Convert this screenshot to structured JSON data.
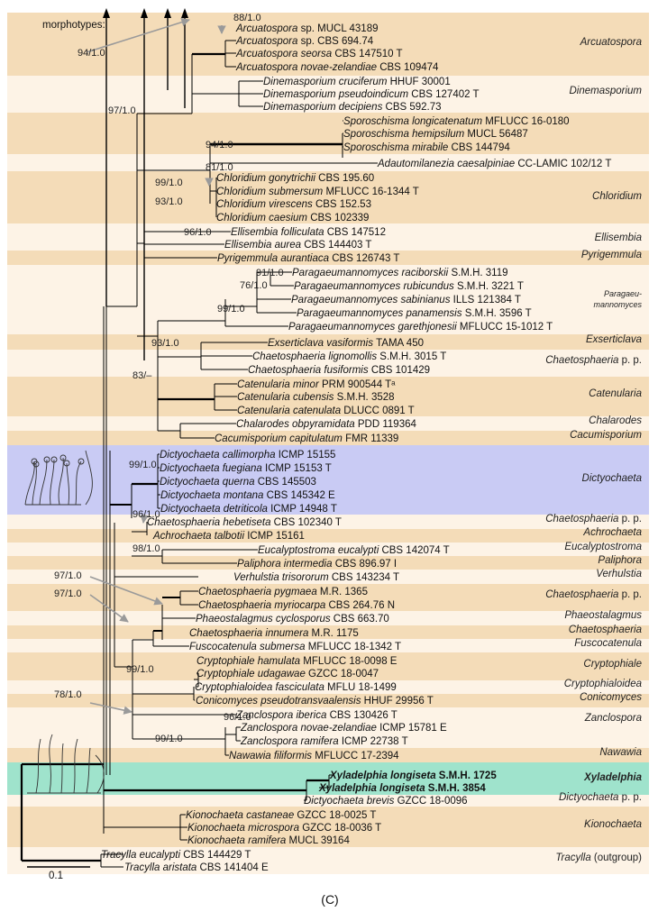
{
  "labels": {
    "morphotypes": "morphotypes:",
    "scale": "0.1",
    "caption": "(C)"
  },
  "colors": {
    "band_tan": "#f4dcb8",
    "band_light": "#fdf3e6",
    "band_dictyochaeta": "#c9cbf4",
    "band_xyladelphia": "#9fe3cc",
    "arrow_grey": "#9a9a9a"
  },
  "taxa": [
    {
      "genus": "Arcuatospora",
      "epithet": "sp.",
      "voucher": "MUCL 43189",
      "bold": false
    },
    {
      "genus": "Arcuatospora",
      "epithet": "sp.",
      "voucher": "CBS 694.74",
      "bold": false
    },
    {
      "genus": "Arcuatospora",
      "epithet": "seorsa",
      "voucher": "CBS 147510 T",
      "bold": false
    },
    {
      "genus": "Arcuatospora",
      "epithet": "novae-zelandiae",
      "voucher": "CBS 109474",
      "bold": false
    },
    {
      "genus": "Dinemasporium",
      "epithet": "cruciferum",
      "voucher": "HHUF 30001",
      "bold": false
    },
    {
      "genus": "Dinemasporium",
      "epithet": "pseudoindicum",
      "voucher": "CBS 127402 T",
      "bold": false
    },
    {
      "genus": "Dinemasporium",
      "epithet": "decipiens",
      "voucher": "CBS 592.73",
      "bold": false
    },
    {
      "genus": "Sporoschisma",
      "epithet": "longicatenatum",
      "voucher": "MFLUCC 16-0180",
      "bold": false
    },
    {
      "genus": "Sporoschisma",
      "epithet": "hemipsilum",
      "voucher": "MUCL 56487",
      "bold": false
    },
    {
      "genus": "Sporoschisma",
      "epithet": "mirabile",
      "voucher": "CBS 144794",
      "bold": false
    },
    {
      "genus": "Adautomilanezia",
      "epithet": "caesalpiniae",
      "voucher": "CC-LAMIC 102/12 T",
      "bold": false
    },
    {
      "genus": "Chloridium",
      "epithet": "gonytrichii",
      "voucher": "CBS 195.60",
      "bold": false
    },
    {
      "genus": "Chloridium",
      "epithet": "submersum",
      "voucher": "MFLUCC 16-1344 T",
      "bold": false
    },
    {
      "genus": "Chloridium",
      "epithet": "virescens",
      "voucher": "CBS 152.53",
      "bold": false
    },
    {
      "genus": "Chloridium",
      "epithet": "caesium",
      "voucher": "CBS 102339",
      "bold": false
    },
    {
      "genus": "Ellisembia",
      "epithet": "folliculata",
      "voucher": "CBS 147512",
      "bold": false
    },
    {
      "genus": "Ellisembia",
      "epithet": "aurea",
      "voucher": "CBS 144403 T",
      "bold": false
    },
    {
      "genus": "Pyrigemmula",
      "epithet": "aurantiaca",
      "voucher": "CBS 126743 T",
      "bold": false
    },
    {
      "genus": "Paragaeumannomyces",
      "epithet": "raciborskii",
      "voucher": "S.M.H. 3119",
      "bold": false
    },
    {
      "genus": "Paragaeumannomyces",
      "epithet": "rubicundus",
      "voucher": "S.M.H. 3221 T",
      "bold": false
    },
    {
      "genus": "Paragaeumannomyces",
      "epithet": "sabinianus",
      "voucher": "ILLS 121384 T",
      "bold": false
    },
    {
      "genus": "Paragaeumannomyces",
      "epithet": "panamensis",
      "voucher": "S.M.H. 3596 T",
      "bold": false
    },
    {
      "genus": "Paragaeumannomyces",
      "epithet": "garethjonesii",
      "voucher": "MFLUCC 15-1012 T",
      "bold": false
    },
    {
      "genus": "Exserticlava",
      "epithet": "vasiformis",
      "voucher": "TAMA 450",
      "bold": false
    },
    {
      "genus": "Chaetosphaeria",
      "epithet": "lignomollis",
      "voucher": "S.M.H. 3015 T",
      "bold": false
    },
    {
      "genus": "Chaetosphaeria",
      "epithet": "fusiformis",
      "voucher": "CBS 101429",
      "bold": false
    },
    {
      "genus": "Catenularia",
      "epithet": "minor",
      "voucher": "PRM 900544 Tᵃ",
      "bold": false
    },
    {
      "genus": "Catenularia",
      "epithet": "cubensis",
      "voucher": "S.M.H. 3528",
      "bold": false
    },
    {
      "genus": "Catenularia",
      "epithet": "catenulata",
      "voucher": "DLUCC 0891 T",
      "bold": false
    },
    {
      "genus": "Chalarodes",
      "epithet": "obpyramidata",
      "voucher": "PDD 119364",
      "bold": false
    },
    {
      "genus": "Cacumisporium",
      "epithet": "capitulatum",
      "voucher": "FMR 11339",
      "bold": false
    },
    {
      "genus": "Dictyochaeta",
      "epithet": "callimorpha",
      "voucher": "ICMP 15155",
      "bold": false
    },
    {
      "genus": "Dictyochaeta",
      "epithet": "fuegiana",
      "voucher": "ICMP 15153 T",
      "bold": false
    },
    {
      "genus": "Dictyochaeta",
      "epithet": "querna",
      "voucher": "CBS 145503",
      "bold": false
    },
    {
      "genus": "Dictyochaeta",
      "epithet": "montana",
      "voucher": "CBS 145342 E",
      "bold": false
    },
    {
      "genus": "Dictyochaeta",
      "epithet": "detriticola",
      "voucher": "ICMP 14948 T",
      "bold": false
    },
    {
      "genus": "Chaetosphaeria",
      "epithet": "hebetiseta",
      "voucher": "CBS 102340 T",
      "bold": false
    },
    {
      "genus": "Achrochaeta",
      "epithet": "talbotii",
      "voucher": "ICMP 15161",
      "bold": false
    },
    {
      "genus": "Eucalyptostroma",
      "epithet": "eucalypti",
      "voucher": "CBS 142074 T",
      "bold": false
    },
    {
      "genus": "Paliphora",
      "epithet": "intermedia",
      "voucher": "CBS 896.97 I",
      "bold": false
    },
    {
      "genus": "Verhulstia",
      "epithet": "trisororum",
      "voucher": "CBS 143234 T",
      "bold": false
    },
    {
      "genus": "Chaetosphaeria",
      "epithet": "pygmaea",
      "voucher": "M.R. 1365",
      "bold": false
    },
    {
      "genus": "Chaetosphaeria",
      "epithet": "myriocarpa",
      "voucher": "CBS 264.76 N",
      "bold": false
    },
    {
      "genus": "Phaeostalagmus",
      "epithet": "cyclosporus",
      "voucher": "CBS 663.70",
      "bold": false
    },
    {
      "genus": "Chaetosphaeria",
      "epithet": "innumera",
      "voucher": "M.R. 1175",
      "bold": false
    },
    {
      "genus": "Fuscocatenula",
      "epithet": "submersa",
      "voucher": "MFLUCC 18-1342 T",
      "bold": false
    },
    {
      "genus": "Cryptophiale",
      "epithet": "hamulata",
      "voucher": "MFLUCC 18-0098 E",
      "bold": false
    },
    {
      "genus": "Cryptophiale",
      "epithet": "udagawae",
      "voucher": "GZCC 18-0047",
      "bold": false
    },
    {
      "genus": "Cryptophialoidea",
      "epithet": "fasciculata",
      "voucher": "MFLU 18-1499",
      "bold": false
    },
    {
      "genus": "Conicomyces",
      "epithet": "pseudotransvaalensis",
      "voucher": "HHUF 29956 T",
      "bold": false
    },
    {
      "genus": "Zanclospora",
      "epithet": "iberica",
      "voucher": "CBS 130426 T",
      "bold": false
    },
    {
      "genus": "Zanclospora",
      "epithet": "novae-zelandiae",
      "voucher": "ICMP 15781 E",
      "bold": false
    },
    {
      "genus": "Zanclospora",
      "epithet": "ramifera",
      "voucher": "ICMP 22738 T",
      "bold": false
    },
    {
      "genus": "Nawawia",
      "epithet": "filiformis",
      "voucher": "MFLUCC 17-2394",
      "bold": false
    },
    {
      "genus": "Xyladelphia",
      "epithet": "longiseta",
      "voucher": "S.M.H. 1725",
      "bold": true
    },
    {
      "genus": "Xyladelphia",
      "epithet": "longiseta",
      "voucher": "S.M.H. 3854",
      "bold": true
    },
    {
      "genus": "Dictyochaeta",
      "epithet": "brevis",
      "voucher": "GZCC 18-0096",
      "bold": false
    },
    {
      "genus": "Kionochaeta",
      "epithet": "castaneae",
      "voucher": "GZCC 18-0025 T",
      "bold": false
    },
    {
      "genus": "Kionochaeta",
      "epithet": "microspora",
      "voucher": "GZCC 18-0036 T",
      "bold": false
    },
    {
      "genus": "Kionochaeta",
      "epithet": "ramifera",
      "voucher": "MUCL 39164",
      "bold": false
    },
    {
      "genus": "Tracylla",
      "epithet": "eucalypti",
      "voucher": "CBS 144429 T",
      "bold": false
    },
    {
      "genus": "Tracylla",
      "epithet": "aristata",
      "voucher": "CBS 141404 E",
      "bold": false
    }
  ],
  "clades": [
    {
      "name": "Arcuatospora",
      "suffix": ""
    },
    {
      "name": "Dinemasporium",
      "suffix": ""
    },
    {
      "name": "Chloridium",
      "suffix": ""
    },
    {
      "name": "Ellisembia",
      "suffix": ""
    },
    {
      "name": "Pyrigemmula",
      "suffix": ""
    },
    {
      "name": "Paragaeu-",
      "suffix": ""
    },
    {
      "name": "mannomyces",
      "suffix": ""
    },
    {
      "name": "Exserticlava",
      "suffix": ""
    },
    {
      "name": "Chaetosphaeria",
      "suffix": "p. p."
    },
    {
      "name": "Catenularia",
      "suffix": ""
    },
    {
      "name": "Chalarodes",
      "suffix": ""
    },
    {
      "name": "Cacumisporium",
      "suffix": ""
    },
    {
      "name": "Dictyochaeta",
      "suffix": ""
    },
    {
      "name": "Chaetosphaeria",
      "suffix": "p. p."
    },
    {
      "name": "Achrochaeta",
      "suffix": ""
    },
    {
      "name": "Eucalyptostroma",
      "suffix": ""
    },
    {
      "name": "Paliphora",
      "suffix": ""
    },
    {
      "name": "Verhulstia",
      "suffix": ""
    },
    {
      "name": "Chaetosphaeria",
      "suffix": "p. p."
    },
    {
      "name": "Phaeostalagmus",
      "suffix": ""
    },
    {
      "name": "Chaetosphaeria",
      "suffix": ""
    },
    {
      "name": "Fuscocatenula",
      "suffix": ""
    },
    {
      "name": "Cryptophiale",
      "suffix": ""
    },
    {
      "name": "Cryptophialoidea",
      "suffix": ""
    },
    {
      "name": "Conicomyces",
      "suffix": ""
    },
    {
      "name": "Zanclospora",
      "suffix": ""
    },
    {
      "name": "Nawawia",
      "suffix": ""
    },
    {
      "name": "Xyladelphia",
      "suffix": ""
    },
    {
      "name": "Dictyochaeta",
      "suffix": "p. p."
    },
    {
      "name": "Kionochaeta",
      "suffix": ""
    },
    {
      "name": "Tracylla",
      "suffix": "(outgroup)"
    }
  ],
  "supports": [
    "88/1.0",
    "94/1.0",
    "97/1.0",
    "94/1.0",
    "81/1.0",
    "99/1.0",
    "93/1.0",
    "96/1.0",
    "91/1.0",
    "76/1.0",
    "99/1.0",
    "93/1.0",
    "83/–",
    "99/1.0",
    "96/1.0",
    "98/1.0",
    "97/1.0",
    "97/1.0",
    "99/1.0",
    "78/1.0",
    "96/1.0",
    "99/1.0"
  ]
}
